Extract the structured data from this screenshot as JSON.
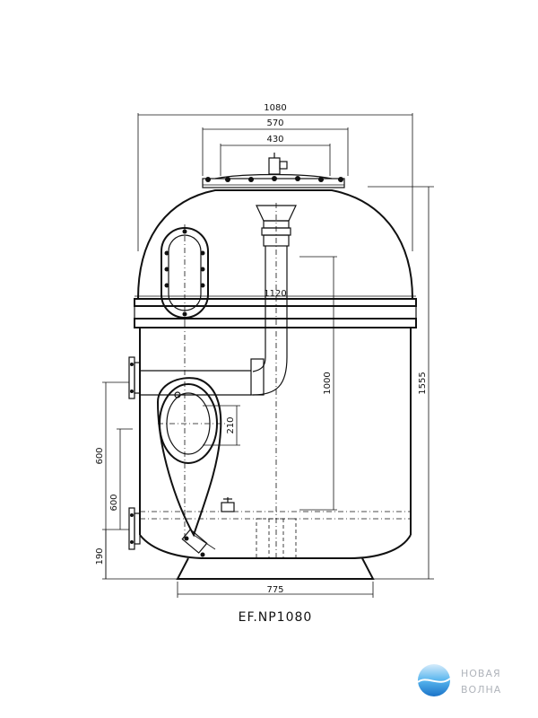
{
  "dimensions": {
    "overall_width": "1080",
    "flange_outer": "570",
    "flange_inner": "430",
    "body_diameter": "1120",
    "height_total": "1555",
    "height_collector": "1000",
    "manhole_offset": "210",
    "side_height_upper": "600",
    "side_height_lower": "600",
    "bottom_offset": "190",
    "base_width": "775"
  },
  "model": "EF.NP1080",
  "logo": {
    "line1": "НОВАЯ",
    "line2": "ВОЛНА"
  }
}
